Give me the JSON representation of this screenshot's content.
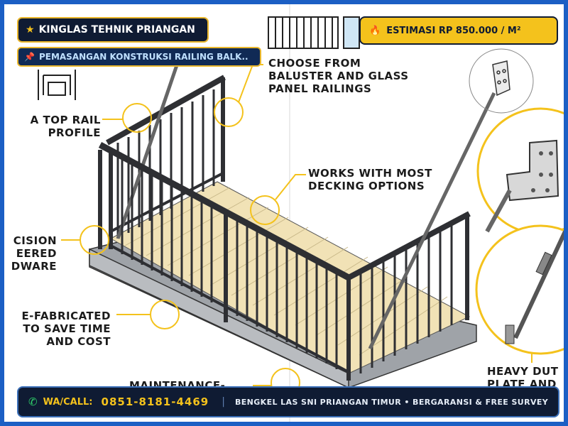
{
  "header": {
    "title": "KINGLAS TEHNIK PRIANGAN",
    "subtitle": "PEMASANGAN KONSTRUKSI RAILING BALK..",
    "price": "ESTIMASI RP 850.000 / M²"
  },
  "labels": {
    "choose": "CHOOSE FROM\nBALUSTER AND GLASS\nPANEL RAILINGS",
    "top_rail": "A TOP RAIL\nPROFILE",
    "decking": "WORKS WITH MOST\nDECKING OPTIONS",
    "precision": "CISION\nEERED\nDWARE",
    "prefab": "E-FABRICATED\nTO SAVE TIME\nAND COST",
    "maintenance": "MAINTENANCE-",
    "heavy": "HEAVY DUT\nPLATE AND"
  },
  "footer": {
    "wa_label": "WA/CALL:",
    "phone": "0851-8181-4469",
    "info": "BENGKEL LAS SNI PRIANGAN TIMUR • BERGARANSI & FREE SURVEY"
  },
  "icons": {
    "star": "star-icon",
    "pin": "pin-icon",
    "fire": "fire-icon",
    "phone": "phone-icon"
  },
  "colors": {
    "accent_yellow": "#F4C21C",
    "dark_navy": "#0F1B33",
    "frame_blue": "#1B5FC4",
    "railing": "#2E2F33",
    "decking": "#F1E2B6"
  }
}
